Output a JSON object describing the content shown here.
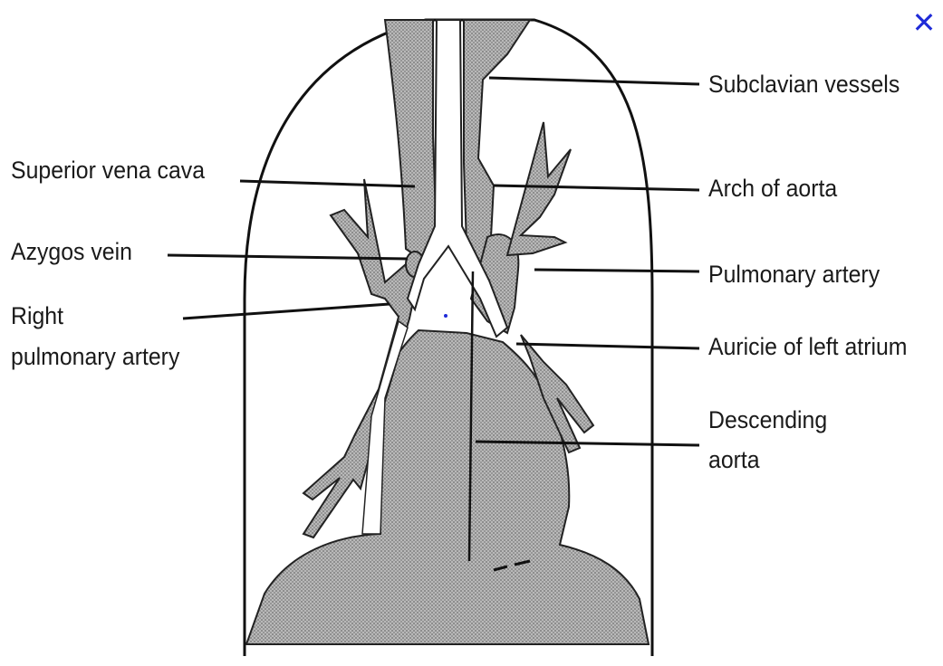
{
  "close_icon": "close-icon",
  "close_glyph": "✕",
  "accent_color": "#1f2bd8",
  "labels": {
    "subclavian_vessels": "Subclavian vessels",
    "superior_vena_cava": "Superior vena cava",
    "arch_of_aorta": "Arch of aorta",
    "azygos_vein": "Azygos vein",
    "pulmonary_artery": "Pulmonary artery",
    "right_pulmonary_artery_line1": "Right",
    "right_pulmonary_artery_line2": "pulmonary artery",
    "auricle_left_atrium": "Auricie of left atrium",
    "descending_aorta_line1": "Descending",
    "descending_aorta_line2": "aorta"
  }
}
